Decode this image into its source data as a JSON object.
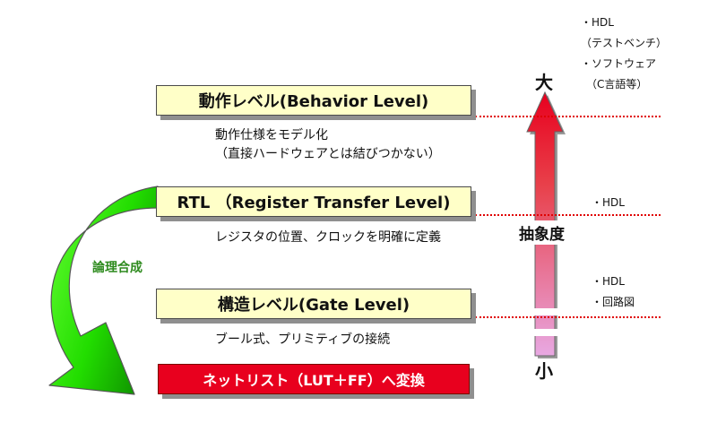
{
  "levels": {
    "behavior": {
      "label": "動作レベル(Behavior Level)",
      "desc": [
        "動作仕様をモデル化",
        "（直接ハードウェアとは結びつかない）"
      ]
    },
    "rtl": {
      "label": "RTL （Register Transfer Level)",
      "desc": [
        "レジスタの位置、クロックを明確に定義"
      ]
    },
    "gate": {
      "label": "構造レベル(Gate Level)",
      "desc": [
        "ブール式、プリミティブの接続"
      ]
    },
    "netlist": {
      "label": "ネットリスト（LUT＋FF）へ変換"
    }
  },
  "synthesis_label": "論理合成",
  "abstraction": {
    "label": "抽象度",
    "high": "大",
    "low": "小"
  },
  "notes": {
    "behavior": [
      "・HDL",
      "（テストベンチ）",
      "・ソフトウェア",
      "（C言語等）"
    ],
    "rtl": [
      "・HDL"
    ],
    "gate": [
      "・HDL",
      "・回路図"
    ]
  },
  "colors": {
    "level_box": "#ffffc8",
    "netlist_box": "#e8001e",
    "synthesis_arrow": "#22dd00",
    "abstraction_arrow_top": "#e8001e",
    "abstraction_arrow_bottom": "#e8a0e0",
    "dotted_line": "#e00000"
  }
}
